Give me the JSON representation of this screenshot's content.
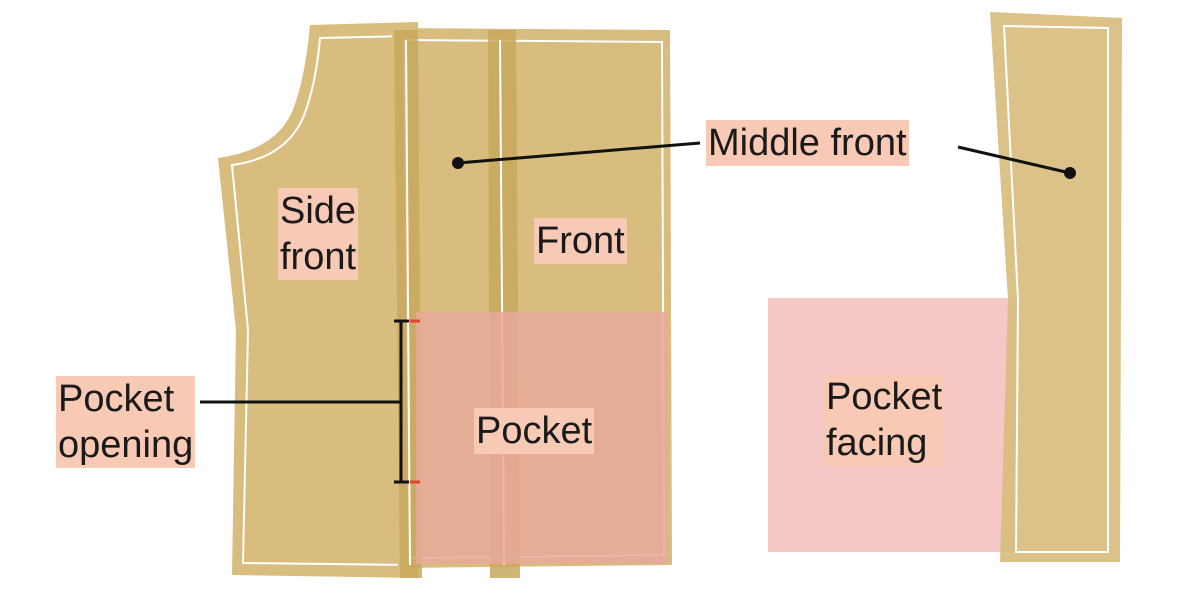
{
  "labels": {
    "middle_front": "Middle front",
    "side_front": [
      "Side",
      "front"
    ],
    "front": "Front",
    "pocket": "Pocket",
    "pocket_opening": [
      "Pocket",
      "opening"
    ],
    "pocket_facing": [
      "Pocket",
      "facing"
    ]
  },
  "colors": {
    "fabric": "#d8bd7e",
    "fabric_dark": "#c9a85c",
    "seam_line": "#ffffff",
    "pocket_overlay": "#e8a99a",
    "facing_overlay": "#f6c7c7",
    "label_bg": "#f8c9b4",
    "leader_line": "#111111",
    "marker": "#e0452b"
  }
}
